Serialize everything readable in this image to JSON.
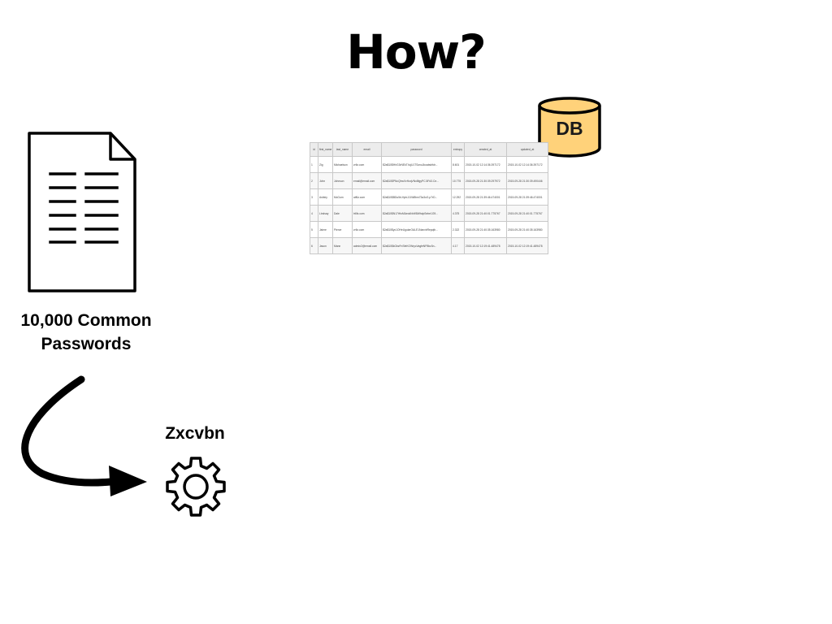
{
  "slide": {
    "title": "How?"
  },
  "document": {
    "caption_line1": "10,000 Common",
    "caption_line2": "Passwords"
  },
  "tool": {
    "label": "Zxcvbn"
  },
  "database": {
    "label": "DB",
    "fill_color": "#FFD27A"
  },
  "table": {
    "columns": [
      "id",
      "first_name",
      "last_name",
      "email",
      "password",
      "entropy",
      "created_at",
      "updated_at"
    ],
    "rows": [
      [
        "1",
        "Zig",
        "Michaelson",
        "zrfiz.com",
        "$2a$10$HhG3rNEkT4vjU1TSznuJkoabsbfdr...",
        "8.601",
        "2015-10-02 12:14:36.397172",
        "2015-10-02 12:14:36.397172"
      ],
      [
        "2",
        "John",
        "Johnson",
        "email@email.com",
        "$2a$10$PNcQhwVvHzqVNx8fgyPC.5Fd3.Ce...",
        "10.775",
        "2015-09-28 21:30:39.297972",
        "2015-09-28 21:30:39.490446"
      ],
      [
        "3",
        "Ashley",
        "McGurn",
        "aif6z.com",
        "$2a$10$BDu5rLHpbJJ1W8bm73a3oG.p7rD...",
        "12.292",
        "2015-09-28 21:39:46.474001",
        "2015-09-28 21:39:46.474001"
      ],
      [
        "4",
        "Lindsay",
        "Dale",
        "tr6fz.com",
        "$2a$10$N17tHoMAeokNrW8WhdpSebe1G9...",
        "4.375",
        "2015-09-28 21:40:01.775767",
        "2015-09-28 21:40:01.775767"
      ],
      [
        "5",
        "Jaime",
        "Pierce",
        "zrfiz.com",
        "$2a$10$yc1OHeUgularOALE1NanvbRepqth...",
        "2.322",
        "2015-09-28 21:40:35.163980",
        "2015-09-28 21:40:35.163980"
      ],
      [
        "6",
        "Jason",
        "Mann",
        "admin2@email.com",
        "$2a$10$kGbzFnSfeKOWrycVagfeNP8bz3n...",
        "4.17",
        "2015-10-02 12:19:41.489478",
        "2015-10-02 12:19:41.489478"
      ]
    ]
  }
}
